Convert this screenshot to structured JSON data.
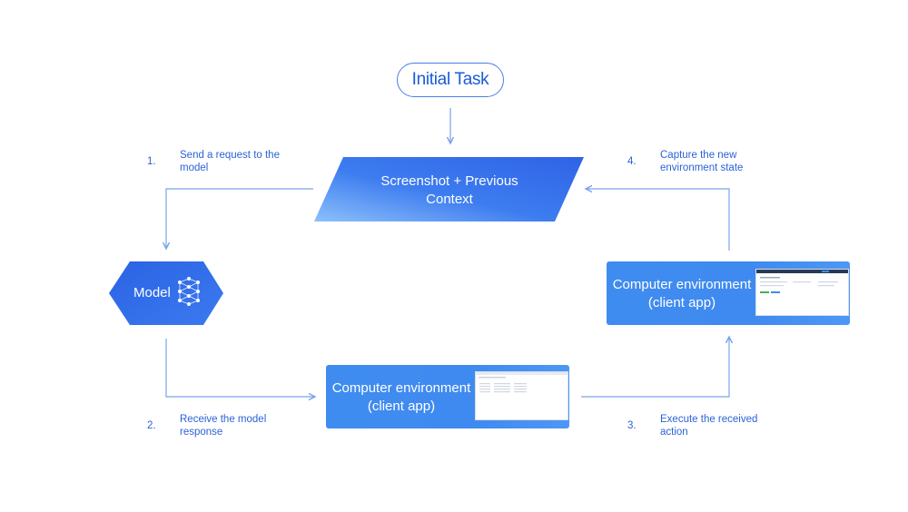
{
  "initial_task": "Initial Task",
  "context_node": "Screenshot + Previous Context",
  "model_node": "Model",
  "env_label": "Computer environment\n(client app)",
  "steps": [
    {
      "num": "1.",
      "text": "Send a request to the model"
    },
    {
      "num": "2.",
      "text": "Receive the model response"
    },
    {
      "num": "3.",
      "text": "Execute the received action"
    },
    {
      "num": "4.",
      "text": "Capture the new environment state"
    }
  ],
  "colors": {
    "accent": "#2b62d6",
    "arrow": "#7aa3ec",
    "node_dark": "#2f68e6",
    "node_light": "#62a6f6"
  },
  "icons": [
    "neural-network-icon"
  ]
}
